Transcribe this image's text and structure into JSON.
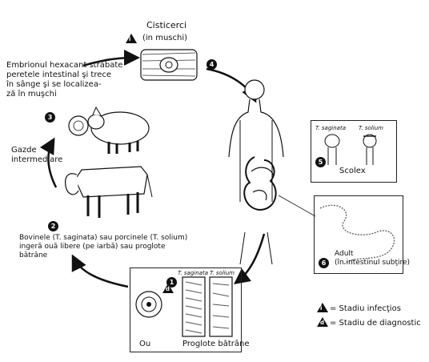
{
  "labels": {
    "cysticerci": "Cisticerci",
    "in_muscle": "(in muschi)",
    "embryo_text": "Embrionul hexacant străbate\nperetele intestinal şi trece\nîn sânge şi se localizea-\nză în muşchi",
    "intermediate_hosts": "Gazde\nintermediare",
    "cattle_pigs_text": "Bovinele (T. saginata) sau porcinele (T. solium)\ningeră ouă libere (pe iarbă) sau proglote\nbătrâne",
    "t_saginata": "T. saginata",
    "t_solium": "T. solium",
    "scolex": "Scolex",
    "adult": "Adult\n(în intestinul subţire)",
    "eggs": "Ou",
    "old_proglottids": "Proglote bătrâne"
  },
  "steps": {
    "s1": "1",
    "s2": "2",
    "s3": "3",
    "s4": "4",
    "s5": "5",
    "s6": "6"
  },
  "stage_markers": {
    "infective": "i",
    "diagnostic": "d"
  },
  "legend": {
    "infective_stage": "= Stadiu infecţios",
    "diagnostic_stage": "= Stadiu de diagnostic"
  }
}
